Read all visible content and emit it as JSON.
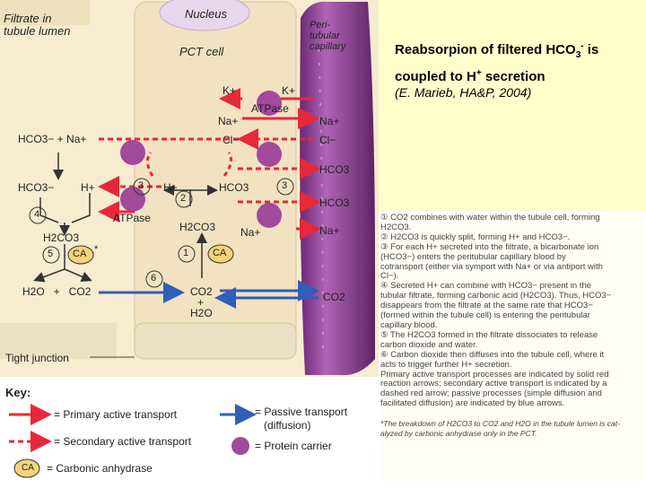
{
  "title": "Reabsorpion of filtered HCO3- is coupled to H+ secretion",
  "title_parts": {
    "a": "Reabsorpion of filtered HCO",
    "sub": "3",
    "sup": "-",
    "b": " is coupled to H",
    "sup2": "+",
    "c": " secretion"
  },
  "citation": "(E. Marieb, HA&P, 2004)",
  "figure": {
    "filtrate_label": [
      "Filtrate in",
      "tubule lumen"
    ],
    "nucleus": "Nucleus",
    "pct_cell": "PCT cell",
    "capillary_label": [
      "Peri-",
      "tubular",
      "capillary"
    ],
    "k_left": "K+",
    "k_right": "K+",
    "atpase_top": "ATPase",
    "na_cell": "Na+",
    "na_cap": "Na+",
    "cl_cell": "Cl−",
    "cl_cap": "Cl−",
    "hco3_na_lumen": "HCO3− + Na+",
    "hco3_lumen": "HCO3−",
    "h_lumen": "H+",
    "num3a": "3",
    "num3b": "3",
    "num2": "2",
    "num4": "4",
    "num5": "5",
    "num1": "1",
    "num6": "6",
    "h_cell": "H+",
    "hco3_cell": "HCO3",
    "hco3_cap1": "HCO3",
    "hco3_cap2": "HCO3",
    "atpase_mid": "ATPase",
    "h2co3_cell": "H2CO3",
    "na_bottom": "Na+",
    "na_cap_bottom": "Na+",
    "h2co3_lumen": "H2CO3",
    "ca": "CA",
    "ca_star": "*",
    "h2o_co2_lumen": "H2O   +   CO2",
    "co2_cell": "CO2",
    "plus_cell": "+",
    "h2o_cell": "H2O",
    "co2_cap": "CO2",
    "tight_junction": "Tight junction"
  },
  "key": {
    "title": "Key:",
    "items": [
      {
        "label": "= Primary active transport"
      },
      {
        "label": "= Secondary active transport"
      },
      {
        "label": "= Carbonic anhydrase"
      },
      {
        "label": "= Passive transport"
      },
      {
        "label": "(diffusion)"
      },
      {
        "label": "= Protein carrier"
      }
    ]
  },
  "notes": [
    "① CO2 combines with water within the tubule cell, forming",
    "H2CO3.",
    "② H2CO3 is quickly split, forming H+ and HCO3−.",
    "③ For each H+ secreted into the filtrate, a bicarbonate ion",
    "(HCO3−) enters the peritubular capillary blood by",
    "cotransport (either via symport with Na+ or via antiport with",
    "Cl−).",
    "④ Secreted H+ can combine with HCO3− present in the",
    "tubular filtrate, forming carbonic acid (H2CO3). Thus, HCO3−",
    "disappears from the filtrate at the same rate that HCO3−",
    "(formed within the tubule cell) is entering the peritubular",
    "capillary blood.",
    "⑤ The H2CO3 formed in the filtrate dissociates to release",
    "carbon dioxide and water.",
    "⑥ Carbon dioxide then diffuses into the tubule cell, where it",
    "acts to trigger further H+ secretion.",
    "Primary active transport processes are indicated by solid red",
    "reaction arrows; secondary active transport is indicated by a",
    "dashed red arrow; passive processes (simple diffusion and",
    "facilitated diffusion) are indicated by blue arrows.",
    "",
    "*The breakdown of H2CO3 to CO2 and H2O in the tubule lumen is cat-",
    "alyzed by carbonic anhydrase only in the PCT."
  ],
  "colors": {
    "primary": "#e8283a",
    "passive": "#2f5fb8",
    "carrier": "#a24a9c",
    "cell": "#f3e6c8",
    "lumen": "#f9f0da",
    "capillary": "#8a3f8f",
    "title_bg": "#ffffcc",
    "ca": "#f2d47a"
  }
}
